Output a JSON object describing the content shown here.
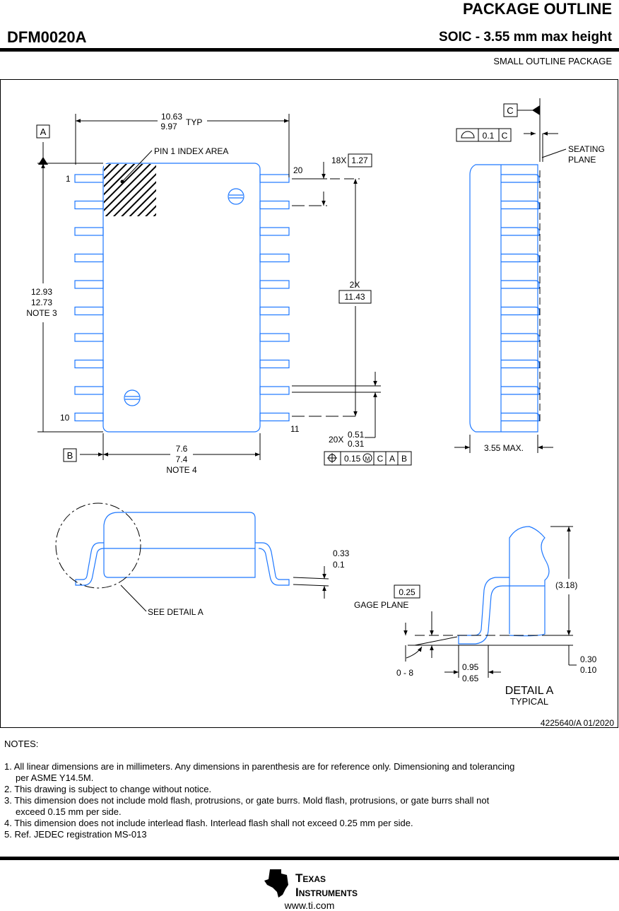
{
  "header": {
    "title": "PACKAGE OUTLINE",
    "part_number": "DFM0020A",
    "package": "SOIC - 3.55 mm max height",
    "package_type": "SMALL OUTLINE PACKAGE"
  },
  "drawing": {
    "datums": {
      "a": "A",
      "b": "B",
      "c": "C"
    },
    "dims": {
      "width_max": "10.63",
      "width_min": "9.97",
      "width_typ": "TYP",
      "pin1_area": "PIN 1 INDEX AREA",
      "pin_1": "1",
      "pin_10": "10",
      "pin_11": "11",
      "pin_20": "20",
      "pitch_count": "18X",
      "pitch": "1.27",
      "span_count": "2X",
      "span": "11.43",
      "len_max": "12.93",
      "len_min": "12.73",
      "len_note": "NOTE 3",
      "body_w_max": "7.6",
      "body_w_min": "7.4",
      "body_w_note": "NOTE 4",
      "lead_count": "20X",
      "lead_max": "0.51",
      "lead_min": "0.31",
      "pos_tol": "0.15",
      "mmc": "M",
      "flat_tol": "0.1",
      "seating_1": "SEATING",
      "seating_2": "PLANE",
      "height": "3.55 MAX.",
      "lead_t_max": "0.33",
      "lead_t_min": "0.1",
      "see_detail": "SEE DETAIL  A",
      "gage": "0.25",
      "gage_plane": "GAGE PLANE",
      "ref_h": "(3.18)",
      "standoff_max": "0.30",
      "standoff_min": "0.10",
      "foot_max": "0.95",
      "foot_min": "0.65",
      "angle": "0 - 8",
      "detail_title": "DETAIL A",
      "detail_sub": "TYPICAL",
      "doc_number": "4225640/A   01/2020"
    }
  },
  "notes": {
    "heading": "NOTES:",
    "items": [
      "1. All linear dimensions are in millimeters. Any dimensions in parenthesis are for reference only. Dimensioning and tolerancing",
      "per ASME Y14.5M.",
      "2. This drawing is subject to change without notice.",
      "3. This dimension does not include mold flash, protrusions, or gate burrs. Mold flash, protrusions, or gate burrs shall not",
      "exceed 0.15 mm per side.",
      "4. This dimension does not include interlead flash. Interlead flash shall not exceed 0.25 mm per side.",
      "5. Ref. JEDEC registration MS-013"
    ]
  },
  "footer": {
    "brand_line1": "Texas",
    "brand_line2": "Instruments",
    "url": "www.ti.com"
  },
  "colors": {
    "outline": "#1e78ff",
    "ink": "#000000"
  }
}
